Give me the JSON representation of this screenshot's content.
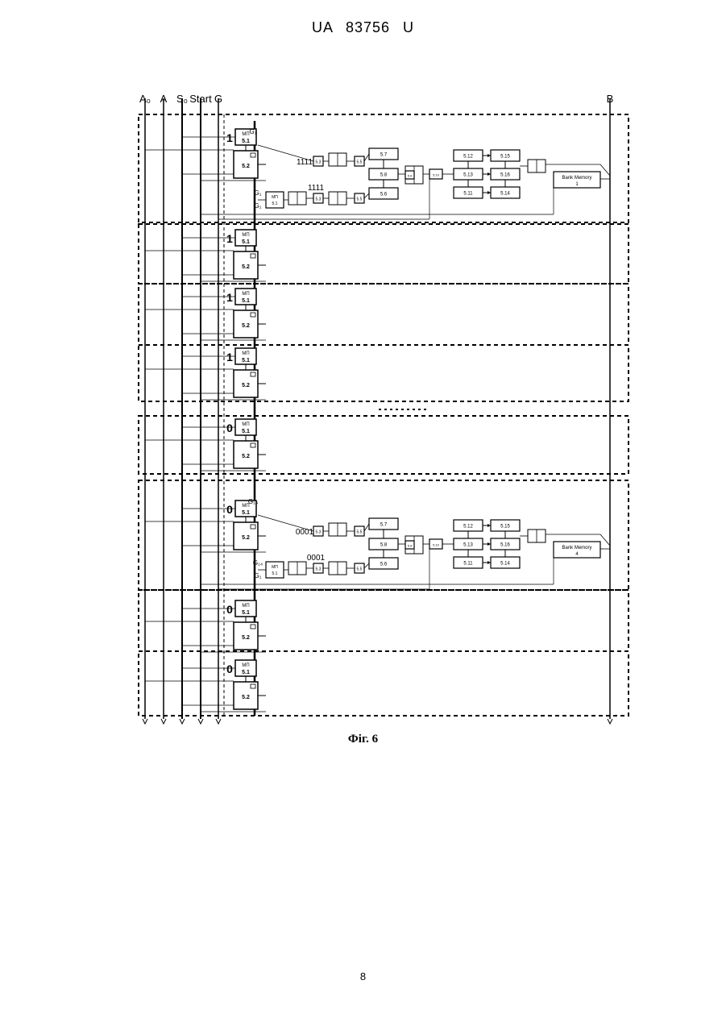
{
  "header": {
    "doc_id": "UA  83756  U"
  },
  "footer": {
    "page_number": "8"
  },
  "figure": {
    "caption": "Фіг. 6"
  },
  "bus_labels": [
    "A₀",
    "A",
    "S₀",
    "Start",
    "G"
  ],
  "output_label": "B",
  "module_labels": {
    "mp": "МП",
    "block_1": "5.1",
    "block_2": "5.2"
  },
  "stage_bits": [
    "1",
    "1",
    "1",
    "1",
    "0",
    "0",
    "0",
    "0"
  ],
  "detail_top": {
    "pattern_a": "1111",
    "pattern_b": "1111",
    "g_top": "G₁",
    "g_mid": "G₁",
    "g_low": "G₁",
    "blocks": {
      "b7": "5.7",
      "b8": "5.8",
      "b6": "5.6",
      "b9": "5.9",
      "b10": "5.10",
      "b12": "5.12",
      "b13": "5.13",
      "b11": "5.11",
      "b15": "5.15",
      "b16": "5.16",
      "b14": "5.14",
      "small_3": "5.3",
      "small_5": "5.5",
      "small_a": "5.3",
      "small_b": "5.5"
    },
    "memory": "Bank Memory\n1"
  },
  "detail_bottom": {
    "pattern_a": "0001",
    "pattern_b": "0001",
    "g_top": "G₁₄",
    "g_mid": "G₁₄",
    "g_low": "G₁",
    "blocks": {
      "b7": "5.7",
      "b8": "5.8",
      "b6": "5.6",
      "b9": "5.9",
      "b10": "5.10",
      "b12": "5.12",
      "b13": "5.13",
      "b11": "5.11",
      "b15": "5.15",
      "b16": "5.16",
      "b14": "5.14",
      "small_3": "5.3",
      "small_5": "5.5",
      "small_a": "5.3",
      "small_b": "5.5"
    },
    "memory": "Bank Memory\n4"
  }
}
